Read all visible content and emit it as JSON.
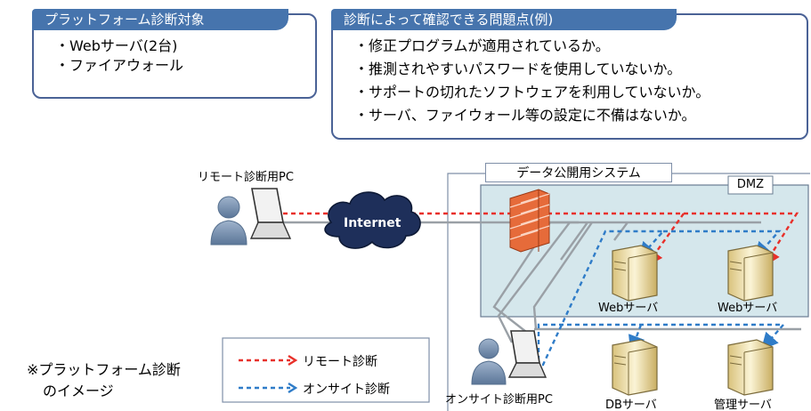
{
  "scope_box": {
    "title": "プラットフォーム診断対象",
    "items": [
      "・Webサーバ(2台)",
      "・ファイアウォール"
    ]
  },
  "issues_box": {
    "title": "診断によって確認できる問題点(例)",
    "items": [
      "・修正プログラムが適用されているか。",
      "・推測されやすいパスワードを使用していないか。",
      "・サポートの切れたソフトウェアを利用していないか。",
      "・サーバ、ファイウォール等の設定に不備はないか。"
    ]
  },
  "diagram": {
    "remote_pc_label": "リモート診断用PC",
    "internet_label": "Internet",
    "system_label": "データ公開用システム",
    "dmz_label": "DMZ",
    "web_server_1": "Webサーバ",
    "web_server_2": "Webサーバ",
    "db_server": "DBサーバ",
    "mgmt_server": "管理サーバ",
    "onsite_pc_label": "オンサイト診断用PC"
  },
  "legend": {
    "remote": "リモート診断",
    "onsite": "オンサイト診断"
  },
  "caption": {
    "line1": "※プラットフォーム診断",
    "line2": "のイメージ"
  },
  "colors": {
    "remote_line": "#e8302a",
    "onsite_line": "#2f7cc8",
    "box_border": "#4a6296",
    "tab_fill": "#4674ad",
    "dmz_fill": "#d5e7ec"
  }
}
